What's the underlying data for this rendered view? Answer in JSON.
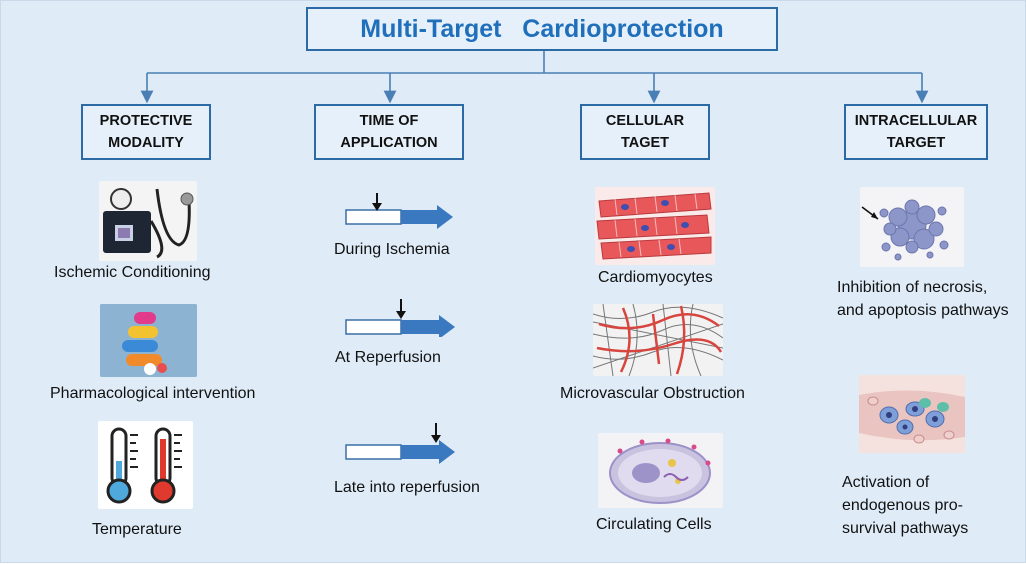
{
  "title": "Multi-Target   Cardioprotection",
  "columns": [
    {
      "heading_line1": "PROTECTIVE",
      "heading_line2": "MODALITY",
      "items": [
        "Ischemic Conditioning",
        "Pharmacological intervention",
        "Temperature"
      ],
      "icons": [
        "blood-pressure-cuff-icon",
        "pills-icon",
        "thermometers-icon"
      ]
    },
    {
      "heading_line1": "TIME OF",
      "heading_line2": "APPLICATION",
      "items": [
        "During Ischemia",
        "At Reperfusion",
        "Late into reperfusion"
      ],
      "icons": [
        "timeline-arrow-icon",
        "timeline-arrow-icon",
        "timeline-arrow-icon"
      ]
    },
    {
      "heading_line1": "CELLULAR",
      "heading_line2": "TAGET",
      "items": [
        "Cardiomyocytes",
        "Microvascular Obstruction",
        "Circulating Cells"
      ],
      "icons": [
        "cardiomyocytes-icon",
        "microvasculature-icon",
        "cell-icon"
      ]
    },
    {
      "heading_line1": "INTRACELLULAR",
      "heading_line2": "TARGET",
      "items": [
        "Inhibition of necrosis, and apoptosis pathways",
        "Activation of endogenous pro-survival pathways"
      ],
      "icons": [
        "apoptotic-cell-icon",
        "vessel-cells-icon"
      ]
    }
  ],
  "colors": {
    "box_border": "#2c6aa6",
    "title_text": "#1f6fba",
    "connector": "#4a7fb5",
    "background": "#dfecf8"
  }
}
